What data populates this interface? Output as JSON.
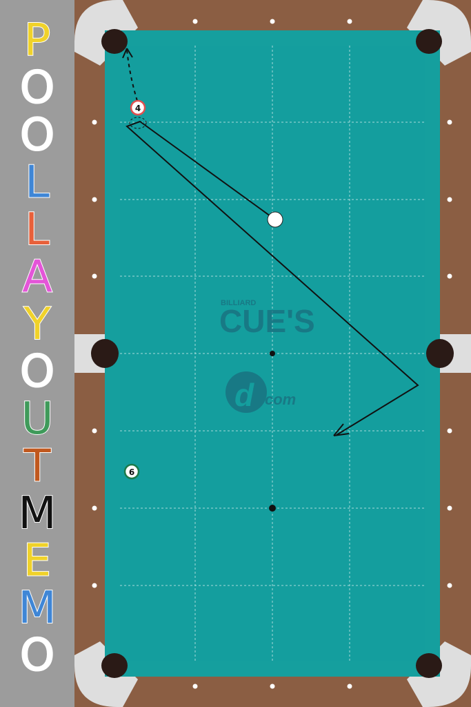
{
  "title": {
    "letters": [
      {
        "char": "P",
        "color": "#f0d22a"
      },
      {
        "char": "O",
        "color": "#ffffff"
      },
      {
        "char": "O",
        "color": "#ffffff"
      },
      {
        "char": "L",
        "color": "#3f86d6"
      },
      {
        "char": "L",
        "color": "#e8603a"
      },
      {
        "char": "A",
        "color": "#e455d8"
      },
      {
        "char": "Y",
        "color": "#f0d22a"
      },
      {
        "char": "O",
        "color": "#ffffff"
      },
      {
        "char": "U",
        "color": "#3f9a5a"
      },
      {
        "char": "T",
        "color": "#c0581e"
      },
      {
        "char": "M",
        "color": "#111111"
      },
      {
        "char": "E",
        "color": "#f0d22a"
      },
      {
        "char": "M",
        "color": "#3f86d6"
      },
      {
        "char": "O",
        "color": "#ffffff"
      }
    ]
  },
  "table": {
    "colors": {
      "cloth": "#149e9e",
      "cushion": "#1aa9a8",
      "rail": "#8b5e43",
      "corner_caps": "#dedede",
      "pocket": "#2a1a16"
    }
  },
  "watermark": {
    "small": "BILLIARD",
    "big": "CUE'S",
    "com": "com"
  },
  "balls": [
    {
      "id": "cue",
      "label": "",
      "color": "#ffffff"
    },
    {
      "id": "ball-4",
      "label": "4",
      "color": "#e05050"
    },
    {
      "id": "ball-6",
      "label": "6",
      "color": "#1b7a4a"
    }
  ]
}
